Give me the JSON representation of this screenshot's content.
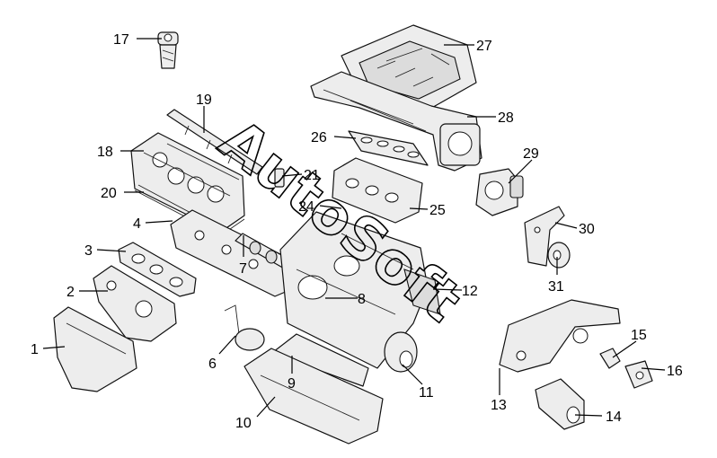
{
  "diagram": {
    "callouts": [
      {
        "num": "1"
      },
      {
        "num": "2"
      },
      {
        "num": "3"
      },
      {
        "num": "4"
      },
      {
        "num": "6"
      },
      {
        "num": "7"
      },
      {
        "num": "8"
      },
      {
        "num": "9"
      },
      {
        "num": "10"
      },
      {
        "num": "11"
      },
      {
        "num": "12"
      },
      {
        "num": "13"
      },
      {
        "num": "14"
      },
      {
        "num": "15"
      },
      {
        "num": "16"
      },
      {
        "num": "17"
      },
      {
        "num": "18"
      },
      {
        "num": "19"
      },
      {
        "num": "20"
      },
      {
        "num": "21"
      },
      {
        "num": "24"
      },
      {
        "num": "25"
      },
      {
        "num": "26"
      },
      {
        "num": "27"
      },
      {
        "num": "28"
      },
      {
        "num": "29"
      },
      {
        "num": "30"
      },
      {
        "num": "31"
      }
    ],
    "watermark": "AutoSoft"
  }
}
